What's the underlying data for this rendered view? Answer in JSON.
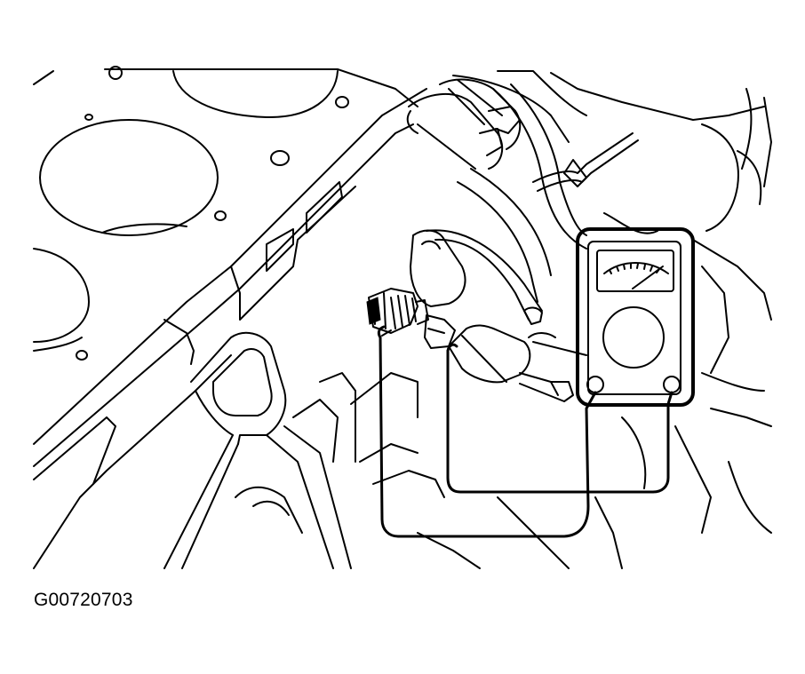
{
  "figure": {
    "id_label": "G00720703"
  },
  "components": {
    "engine_block": "engine-block",
    "sensor": "oil-pressure-sensor",
    "meter": "ohmmeter",
    "leads": [
      "test-lead-1",
      "test-lead-2"
    ]
  }
}
